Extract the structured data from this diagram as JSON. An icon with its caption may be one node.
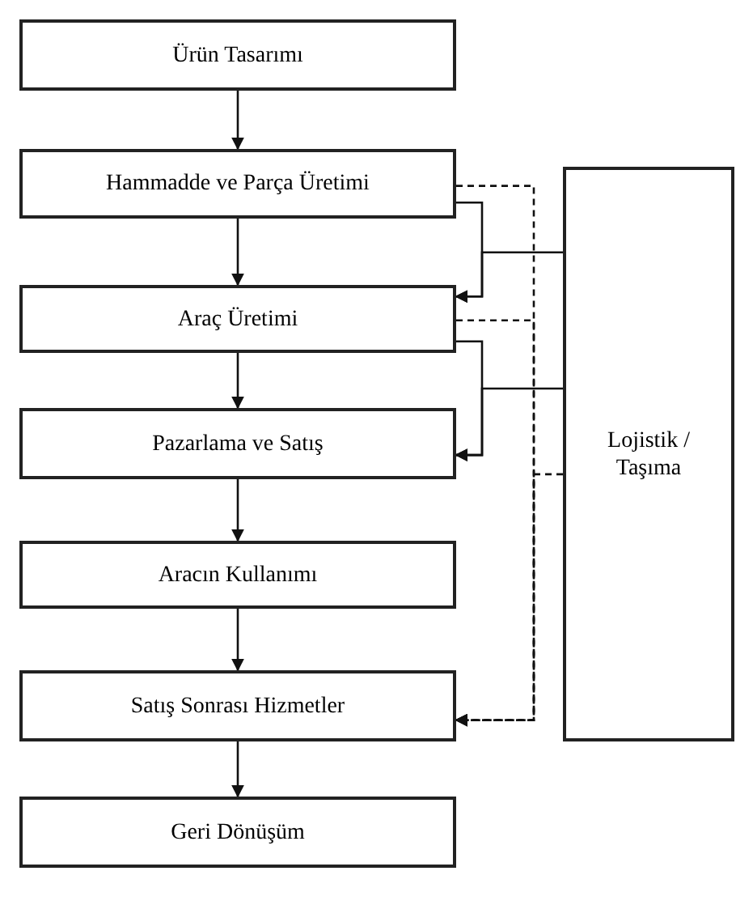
{
  "diagram": {
    "nodes": [
      {
        "text": [
          "Ürün Tasarımı"
        ]
      },
      {
        "text": [
          "Hammadde ve Parça Üretimi"
        ]
      },
      {
        "text": [
          "Araç Üretimi"
        ]
      },
      {
        "text": [
          "Pazarlama ve Satış"
        ]
      },
      {
        "text": [
          "Aracın Kullanımı"
        ]
      },
      {
        "text": [
          "Satış Sonrası Hizmetler"
        ]
      },
      {
        "text": [
          "Geri Dönüşüm"
        ]
      },
      {
        "text": [
          "Lojistik / Taşıma"
        ]
      }
    ],
    "edges": [
      {
        "from": 0,
        "to": 1,
        "arrow": "to"
      },
      {
        "from": 1,
        "to": 2,
        "arrow": "to"
      },
      {
        "from": 2,
        "to": 3,
        "arrow": "to"
      },
      {
        "from": 3,
        "to": 4,
        "arrow": "to"
      },
      {
        "from": 4,
        "to": 5,
        "arrow": "to"
      },
      {
        "from": 5,
        "to": 6,
        "arrow": "to"
      },
      {
        "from": 1,
        "to": 2,
        "arrow": "to"
      },
      {
        "from": 7,
        "to": 2,
        "arrow": "to"
      },
      {
        "from": 2,
        "to": 3,
        "arrow": "to"
      },
      {
        "from": 7,
        "to": 3,
        "arrow": "to"
      },
      {
        "from": 1,
        "to": 5,
        "arrow": "to",
        "style": "dashed"
      },
      {
        "from": 2,
        "to": 5,
        "arrow": "to",
        "style": "dashed"
      },
      {
        "from": 7,
        "to": 5,
        "arrow": "to",
        "style": "dashed"
      }
    ]
  }
}
